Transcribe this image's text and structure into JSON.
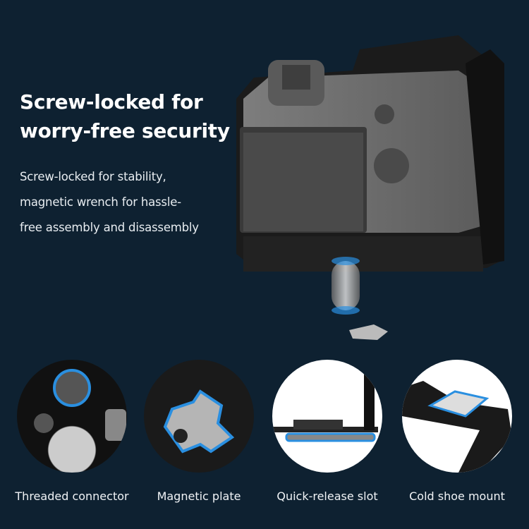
{
  "headline": {
    "line1": "Screw-locked for",
    "line2": "worry-free security"
  },
  "description": {
    "line1": "Screw-locked for stability,",
    "line2": "magnetic wrench for hassle-",
    "line3": "free assembly and disassembly"
  },
  "features": [
    {
      "label": "Threaded connector",
      "icon": "threaded-connector-closeup"
    },
    {
      "label": "Magnetic plate",
      "icon": "magnetic-plate-closeup"
    },
    {
      "label": "Quick-release slot",
      "icon": "quick-release-slot-closeup"
    },
    {
      "label": "Cold shoe mount",
      "icon": "cold-shoe-mount-closeup"
    }
  ],
  "colors": {
    "background": "#0e2131",
    "highlight": "#2a8fe0"
  }
}
